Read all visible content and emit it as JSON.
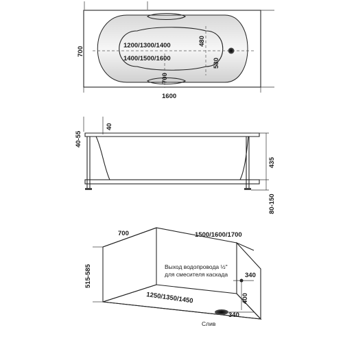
{
  "top_view": {
    "overall_length": "1600",
    "overall_width": "700",
    "inner_lengths_a": "1200/1300/1400",
    "inner_lengths_b": "1400/1500/1600",
    "dim_480": "480",
    "dim_580": "580",
    "dim_700_inner": "700"
  },
  "side_view": {
    "rim_height": "40-55",
    "rim_thickness": "40",
    "tub_height": "435",
    "leg_height": "80-150"
  },
  "iso_view": {
    "depth": "700",
    "lengths": "1500/1600/1700",
    "inner_lengths": "1250/1350/1450",
    "panel_height": "515-585",
    "outlet_offset": "340",
    "outlet_height": "400",
    "drain_offset": "340",
    "drain_label": "Слив",
    "note_line1": "Выход водопровода ½\"",
    "note_line2": "для смесителя каскада"
  }
}
